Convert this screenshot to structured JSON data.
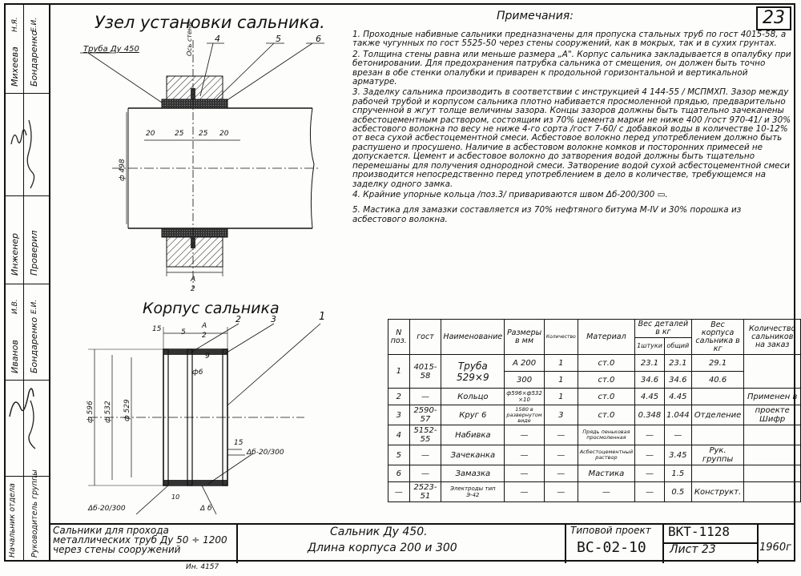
{
  "sheet_corner_number": "23",
  "drawing1_title": "Узел установки сальника.",
  "drawing2_title": "Корпус сальника",
  "drawing1_labels": {
    "pipe": "Труба Ду 450",
    "wall_axis": "Ось стены",
    "callouts": [
      "4",
      "5",
      "6"
    ],
    "dims": [
      "20",
      "25",
      "25",
      "20"
    ],
    "dia": "ф 498",
    "section": "A",
    "section_2": "2"
  },
  "drawing2_labels": {
    "callouts": [
      "2",
      "3",
      "1"
    ],
    "top_dims": [
      "15",
      "5",
      "A",
      "2"
    ],
    "d596": "ф 596",
    "d532": "ф 532",
    "d529": "ф 529",
    "d6": "ф6",
    "d9": "9",
    "d15": "15",
    "delta1": "Δб-20/300",
    "delta2": "Δб-20/300",
    "delta3": "Δ б",
    "d10": "10"
  },
  "left_stamp": {
    "rows": [
      {
        "role": "Н.Я.",
        "name": "Михеева"
      },
      {
        "role": "Е.И.",
        "name": "Бондаренко"
      },
      {
        "role": "Инженер",
        "name": "Проверил"
      },
      {
        "role": "И.В.",
        "name": "Иванов"
      },
      {
        "role": "Е.И.",
        "name": "Бондаренко"
      },
      {
        "role": "Начальник отдела",
        "name": "Руководитель группы"
      }
    ]
  },
  "notes_title": "Примечания:",
  "notes": [
    "1. Проходные набивные сальники предназначены для пропуска стальных труб по гост 4015-58, а также чугунных по гост 5525-50 через стены сооружений, как в мокрых, так и в сухих грунтах.",
    "2. Толщина стены равна или меньше размера „А\". Корпус сальника закладывается в опалубку при бетонировании. Для предохранения патрубка сальника от смещения, он должен быть точно врезан в обе стенки опалубки и приварен к продольной горизонтальной и вертикальной арматуре.",
    "3. Заделку сальника производить в соответствии с инструкцией 4 144-55 / МСПМХП. Зазор между рабочей трубой и корпусом сальника плотно набивается просмоленной прядью, предварительно спрученной в жгут толще величины зазора. Концы зазоров должны быть тщательно зачеканены асбестоцементным раствором, состоящим из 70% цемента марки не ниже 400 /гост 970-41/ и 30% асбестового волокна по весу не ниже 4-го сорта /гост 7-60/ с добавкой воды в количестве 10-12% от веса сухой асбестоцементной смеси. Асбестовое волокно перед употреблением должно быть распушено и просушено. Наличие в асбестовом волокне комков и посторонних примесей не допускается. Цемент и асбестовое волокно до затворения водой должны быть тщательно перемешаны для получения однородной смеси. Затворение водой сухой асбестоцементной смеси производится непосредственно перед употреблением в дело в количестве, требующемся на заделку одного замка.",
    "4. Крайние упорные кольца /поз.3/ привариваются швом Δб-200/300 ▭.",
    "5. Мастика для замазки составляется из 70% нефтяного битума М-IV и 30% порошка из асбестового волокна."
  ],
  "spec_table": {
    "headers": [
      "N поз.",
      "гост",
      "Наименование",
      "Размеры в мм",
      "Количество",
      "Материал",
      "Вес деталей в кг",
      "Вес корпуса сальника в кг",
      "Количество сальников на заказ"
    ],
    "weight_subheaders": [
      "1штуки",
      "общий"
    ],
    "rows": [
      [
        "1",
        "4015-58",
        "Труба 529×9",
        "А 200",
        "1",
        "ст.0",
        "23.1",
        "23.1",
        "29.1",
        ""
      ],
      [
        "",
        "",
        "",
        "300",
        "1",
        "ст.0",
        "34.6",
        "34.6",
        "40.6",
        ""
      ],
      [
        "2",
        "—",
        "Кольцо",
        "ф596×ф532 ×10",
        "1",
        "ст.0",
        "4.45",
        "4.45",
        "",
        "Применен в"
      ],
      [
        "3",
        "2590-57",
        "Круг 6",
        "1580 в развернутом виде",
        "3",
        "ст.0",
        "0.348",
        "1.044",
        "Отделение",
        "проекте Шифр"
      ],
      [
        "4",
        "5152-55",
        "Набивка",
        "—",
        "—",
        "Прядь пеньковая просмоленная",
        "—",
        "—",
        "",
        ""
      ],
      [
        "5",
        "—",
        "Зачеканка",
        "—",
        "—",
        "Асбестоцементный раствор",
        "—",
        "3.45",
        "Рук. группы",
        ""
      ],
      [
        "6",
        "—",
        "Замазка",
        "—",
        "—",
        "Мастика",
        "—",
        "1.5",
        "",
        ""
      ],
      [
        "—",
        "2523-51",
        "Электроды тип Э-42",
        "—",
        "—",
        "—",
        "—",
        "0.5",
        "Конструкт.",
        ""
      ]
    ]
  },
  "title_block": {
    "description": "Сальники для прохода металлических труб Ду 50 ÷ 1200 через стены сооружений",
    "title_line1": "Сальник Ду 450.",
    "title_line2": "Длина корпуса 200 и 300",
    "project_label": "Типовой проект",
    "project_code": "ВС-02-10",
    "series": "ВКТ-1128",
    "sheet_label": "Лист 23",
    "year": "1960г"
  },
  "inventory": "Ин. 4157"
}
